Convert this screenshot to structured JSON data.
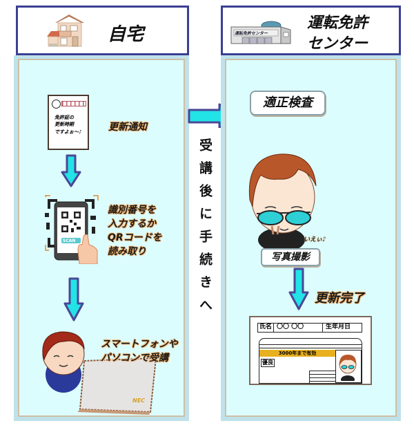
{
  "left_column": {
    "header_title": "自宅",
    "header_icon": "house-icon",
    "steps": [
      {
        "id": "notice",
        "caption": "更新通知",
        "icon": "postcard-icon",
        "postcard_text": [
          "免許証の",
          "更新時期",
          "ですよぉ〜♪"
        ]
      },
      {
        "id": "qr",
        "caption_lines": [
          "識別番号を",
          "入力するか",
          "QRコードを",
          "読み取り"
        ],
        "icon": "smartphone-qr-icon",
        "scan_label": "SCAN"
      },
      {
        "id": "lecture",
        "caption_lines": [
          "スマートフォンや",
          "パソコンで受講"
        ],
        "icon": "person-laptop-icon",
        "laptop_brand": "NEC"
      }
    ]
  },
  "middle": {
    "vertical_text": "受講後に手続きへ",
    "arrow": "right-arrow-icon"
  },
  "right_column": {
    "header_title_lines": [
      "運転免許",
      "センター"
    ],
    "header_icon": "license-center-building-icon",
    "building_sign": "運転免許センター",
    "steps": [
      {
        "id": "check",
        "label": "適正検査"
      },
      {
        "id": "photo",
        "label": "写真撮影",
        "speech": "いえぃ♪",
        "icon": "person-sunglasses-icon"
      },
      {
        "id": "done",
        "caption": "更新完了"
      }
    ],
    "license_card": {
      "name_label": "氏名",
      "name_value": "〇〇 〇〇",
      "dob_label": "生年月日",
      "validity": "3000年まで有効",
      "badge": "優良"
    }
  },
  "colors": {
    "header_border": "#3b3f93",
    "panel_bg": "#dcfdfe",
    "panel_frame": "#bfe2ea",
    "arrow_fill": "#22e3e6",
    "arrow_stroke": "#4a4796",
    "validity_bar": "#e8b020"
  }
}
